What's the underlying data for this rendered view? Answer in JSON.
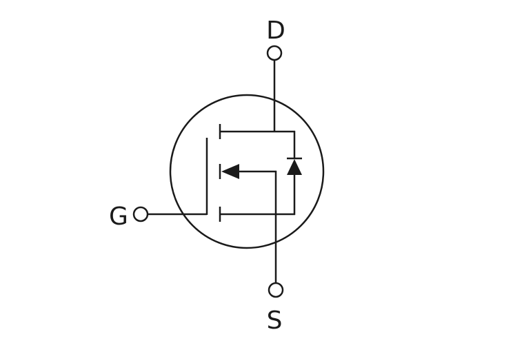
{
  "terminals": {
    "drain": "D",
    "gate": "G",
    "source": "S"
  },
  "colors": {
    "line": "#1a1a1a",
    "background": "#ffffff"
  }
}
